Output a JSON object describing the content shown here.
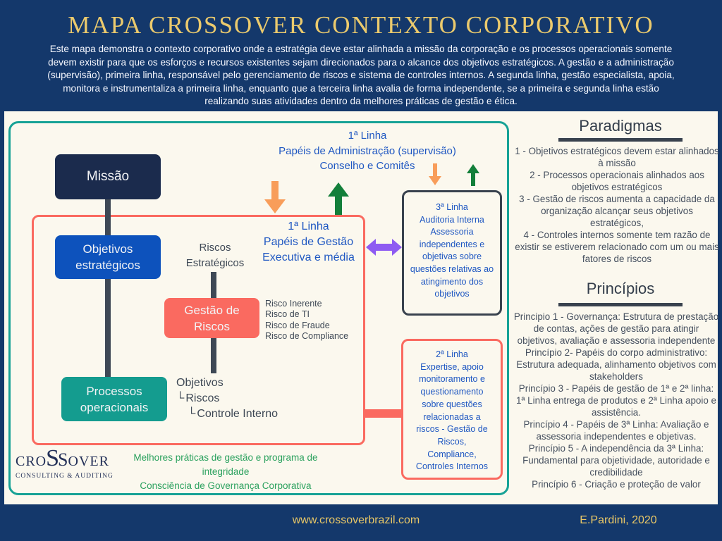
{
  "colors": {
    "navy": "#14386B",
    "cream": "#FBF8EE",
    "gold": "#EBCA6D",
    "blue_text": "#1F57C2",
    "blue_box": "#0D52BC",
    "dark_navy_box": "#1B2B4D",
    "teal": "#17A296",
    "salmon": "#FA6A60",
    "slate": "#3E4855",
    "orange_arrow": "#F89D5A",
    "green_arrow": "#137F3A",
    "purple_arrow": "#8E5BF2",
    "green_text": "#2BA15E"
  },
  "header": {
    "title": "MAPA CROSSOVER CONTEXTO CORPORATIVO",
    "intro": "Este mapa demonstra o contexto corporativo onde a estratégia deve estar alinhada a missão da corporação e os processos operacionais somente devem existir para que os esforços e recursos existentes sejam direcionados para o alcance dos objetivos estratégicos. A gestão e a administração (supervisão), primeira linha, responsável pelo gerenciamento de riscos e sistema de controles internos. A segunda linha, gestão especialista, apoia, monitora e instrumentaliza a primeira linha, enquanto que a terceira linha avalia de forma independente, se a primeira e segunda linha estão realizando suas atividades dentro da melhores práticas de gestão e ética."
  },
  "diagram": {
    "governance_label": "1ª Linha\nPapéis de Administração (supervisão)\nConselho e Comitês",
    "mission_box": "Missão",
    "management_label": "1ª Linha\nPapéis de Gestão\nExecutiva e média",
    "strategic_objectives_box": "Objetivos\nestratégicos",
    "strategic_risks_label": "Riscos\nEstratégicos",
    "risk_management_box": "Gestão de\nRiscos",
    "risk_types": [
      "Risco Inerente",
      "Risco de TI",
      "Risco de Fraude",
      "Risco de Compliance"
    ],
    "operational_processes_box": "Processos\noperacionais",
    "tree": {
      "branch_glyph": "└",
      "root": "Objetivos",
      "child": "Riscos",
      "grandchild": "Controle Interno"
    },
    "third_line_box": "3ª Linha\nAuditoria Interna\nAssessoria\nindependentes e\nobjetivas sobre\nquestões relativas ao\natingimento dos\nobjetivos",
    "second_line_box": "2ª Linha\nExpertise, apoio\nmonitoramento e\nquestionamento\nsobre questões\nrelacionadas a\nriscos - Gestão de\nRiscos,\nCompliance,\nControles Internos",
    "best_practices_label": "Melhores práticas de gestão e programa de integridade\nConsciência de Governança Corporativa"
  },
  "logo": {
    "prefix": "CRO",
    "s1": "S",
    "s2": "S",
    "suffix": "OVER",
    "subtitle": "Consulting & Auditing"
  },
  "sidebar": {
    "paradigms": {
      "title": "Paradigmas",
      "items": [
        "1 - Objetivos estratégicos devem estar alinhados à missão",
        "2 - Processos operacionais alinhados aos objetivos estratégicos",
        "3 - Gestão de riscos aumenta a capacidade da organização alcançar seus objetivos estratégicos,",
        "4 - Controles internos somente tem razão de existir se estiverem relacionado com um ou mais fatores de riscos"
      ]
    },
    "principles": {
      "title": "Princípios",
      "items": [
        "Principio 1 - Governança: Estrutura de prestação de contas, ações de gestão para atingir objetivos, avaliação e assessoria independente",
        "Princípio 2- Papéis do corpo administrativo: Estrutura adequada, alinhamento objetivos com stakeholders",
        "Princípio 3 - Papéis de gestão de 1ª e 2ª linha: 1ª Linha entrega de produtos e 2ª Linha apoio e assistência.",
        "Princípio 4 - Papéis de 3ª Linha: Avaliação e assessoria independentes e objetivas.",
        "Princípio 5 - A independência da 3ª Linha: Fundamental para objetividade, autoridade e credibilidade",
        "Princípio 6 - Criação e proteção de valor"
      ]
    }
  },
  "footer": {
    "website": "www.crossoverbrazil.com",
    "credit": "E.Pardini, 2020"
  }
}
